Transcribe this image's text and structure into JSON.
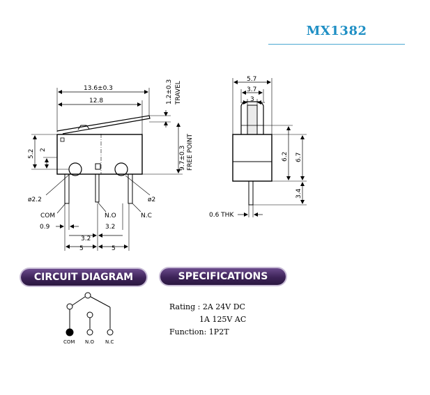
{
  "header": {
    "model": "MX1382"
  },
  "side_view": {
    "dim_overall_length": "13.6±0.3",
    "dim_body_length": "12.8",
    "dim_travel": "1.2±0.3",
    "travel_label": "TRAVEL",
    "dim_free_point": "9.7±0.3",
    "free_point_label": "FREE POINT",
    "dim_height_5_2": "5.2",
    "dim_height_2": "2",
    "dim_hole_left": "ø2.2",
    "dim_hole_right": "ø2",
    "label_com": "COM",
    "label_no": "N.O",
    "label_nc": "N.C",
    "dim_pin_width": "0.9",
    "dim_pitch_a": "3.2",
    "dim_pitch_b": "3.2",
    "dim_pitch_c": "5",
    "dim_pitch_d": "5"
  },
  "front_view": {
    "dim_width": "5.7",
    "dim_actuator_width": "3.7",
    "dim_actuator_inner": "3",
    "dim_height_6_2": "6.2",
    "dim_height_6_7": "6.7",
    "dim_pin_length": "3.4",
    "dim_thickness": "0.6 THK"
  },
  "sections": {
    "circuit_title": "CIRCUIT DIAGRAM",
    "specs_title": "SPECIFICATIONS"
  },
  "circuit": {
    "label_com": "COM",
    "label_no": "N.O",
    "label_nc": "N.C"
  },
  "specs": {
    "rating_line1": "Rating : 2A 24V DC",
    "rating_line2": "1A 125V AC",
    "function_line": "Function: 1P2T"
  }
}
